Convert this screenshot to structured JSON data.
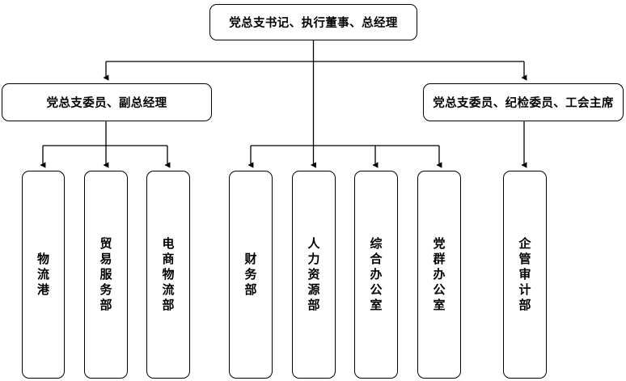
{
  "chart": {
    "type": "org-chart",
    "title": "",
    "background_color": "#ffffff",
    "line_color": "#000000",
    "text_color": "#000000",
    "levels": [
      {
        "level": 1,
        "nodes": [
          {
            "id": "top",
            "label": "党总支书记、执行董事、总经理",
            "orientation": "horizontal"
          }
        ]
      },
      {
        "level": 2,
        "nodes": [
          {
            "id": "left",
            "label": "党总支委员、副总经理",
            "orientation": "horizontal"
          },
          {
            "id": "right",
            "label": "党总支委员、纪检委员、工会主席",
            "orientation": "horizontal"
          }
        ]
      },
      {
        "level": 3,
        "nodes": [
          {
            "id": "d1",
            "label": "物流港",
            "orientation": "vertical",
            "parent": "left"
          },
          {
            "id": "d2",
            "label": "贸易服务部",
            "orientation": "vertical",
            "parent": "left"
          },
          {
            "id": "d3",
            "label": "电商物流部",
            "orientation": "vertical",
            "parent": "left"
          },
          {
            "id": "d4",
            "label": "财务部",
            "orientation": "vertical",
            "parent": "top"
          },
          {
            "id": "d5",
            "label": "人力资源部",
            "orientation": "vertical",
            "parent": "top"
          },
          {
            "id": "d6",
            "label": "综合办公室",
            "orientation": "vertical",
            "parent": "top"
          },
          {
            "id": "d7",
            "label": "党群办公室",
            "orientation": "vertical",
            "parent": "top"
          },
          {
            "id": "d8",
            "label": "企管审计部",
            "orientation": "vertical",
            "parent": "right"
          }
        ]
      }
    ]
  }
}
